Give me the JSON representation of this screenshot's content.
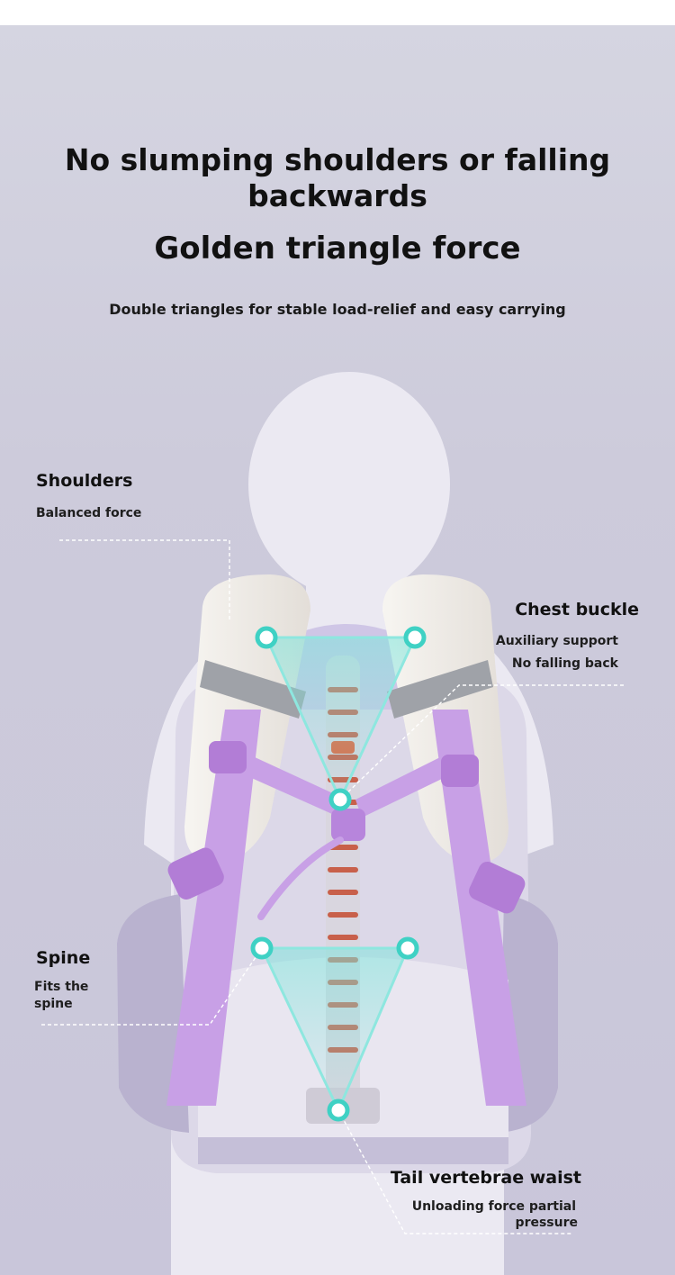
{
  "headline": {
    "line1": "No slumping shoulders or falling",
    "line2": "backwards",
    "title": "Golden triangle force",
    "subtitle": "Double triangles for stable load-relief and easy carrying"
  },
  "callouts": {
    "shoulders": {
      "title": "Shoulders",
      "desc": "Balanced force"
    },
    "chest": {
      "title": "Chest buckle",
      "desc1": "Auxiliary support",
      "desc2": "No falling back"
    },
    "spine": {
      "title": "Spine",
      "desc1": "Fits the",
      "desc2": "spine"
    },
    "tail": {
      "title": "Tail vertebrae waist",
      "desc1": "Unloading force partial",
      "desc2": "pressure"
    }
  },
  "colors": {
    "accent_teal": "#3fd1c4",
    "strap_lilac": "#c8a0e6",
    "pad_cream": "#f2efe9",
    "silhouette": "#ebe9f2",
    "bag_lavender": "#b9b2cf"
  },
  "icons": [
    "force-node-icon"
  ]
}
